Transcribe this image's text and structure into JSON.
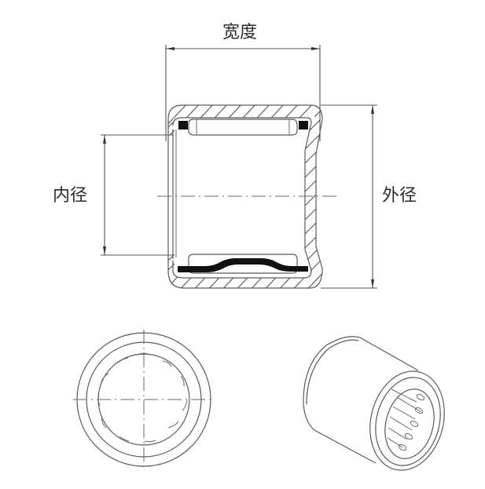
{
  "diagram": {
    "title": "Drawn cup needle roller bearing dimension drawing",
    "labels": {
      "width": "宽度",
      "inner_diameter": "内径",
      "outer_diameter": "外径"
    },
    "views": [
      {
        "name": "cross-section",
        "description": "Side cross-section with hatched drawn cup shell, needle rollers and cage"
      },
      {
        "name": "end-view",
        "description": "Front end view with concentric rings, needle rollers and center lines"
      },
      {
        "name": "isometric-view",
        "description": "3D perspective of bearing showing needle rollers"
      }
    ],
    "colors": {
      "line": "#5a5a5a",
      "text": "#2b2b2b",
      "fill_solid": "#111111",
      "background": "#ffffff"
    }
  }
}
